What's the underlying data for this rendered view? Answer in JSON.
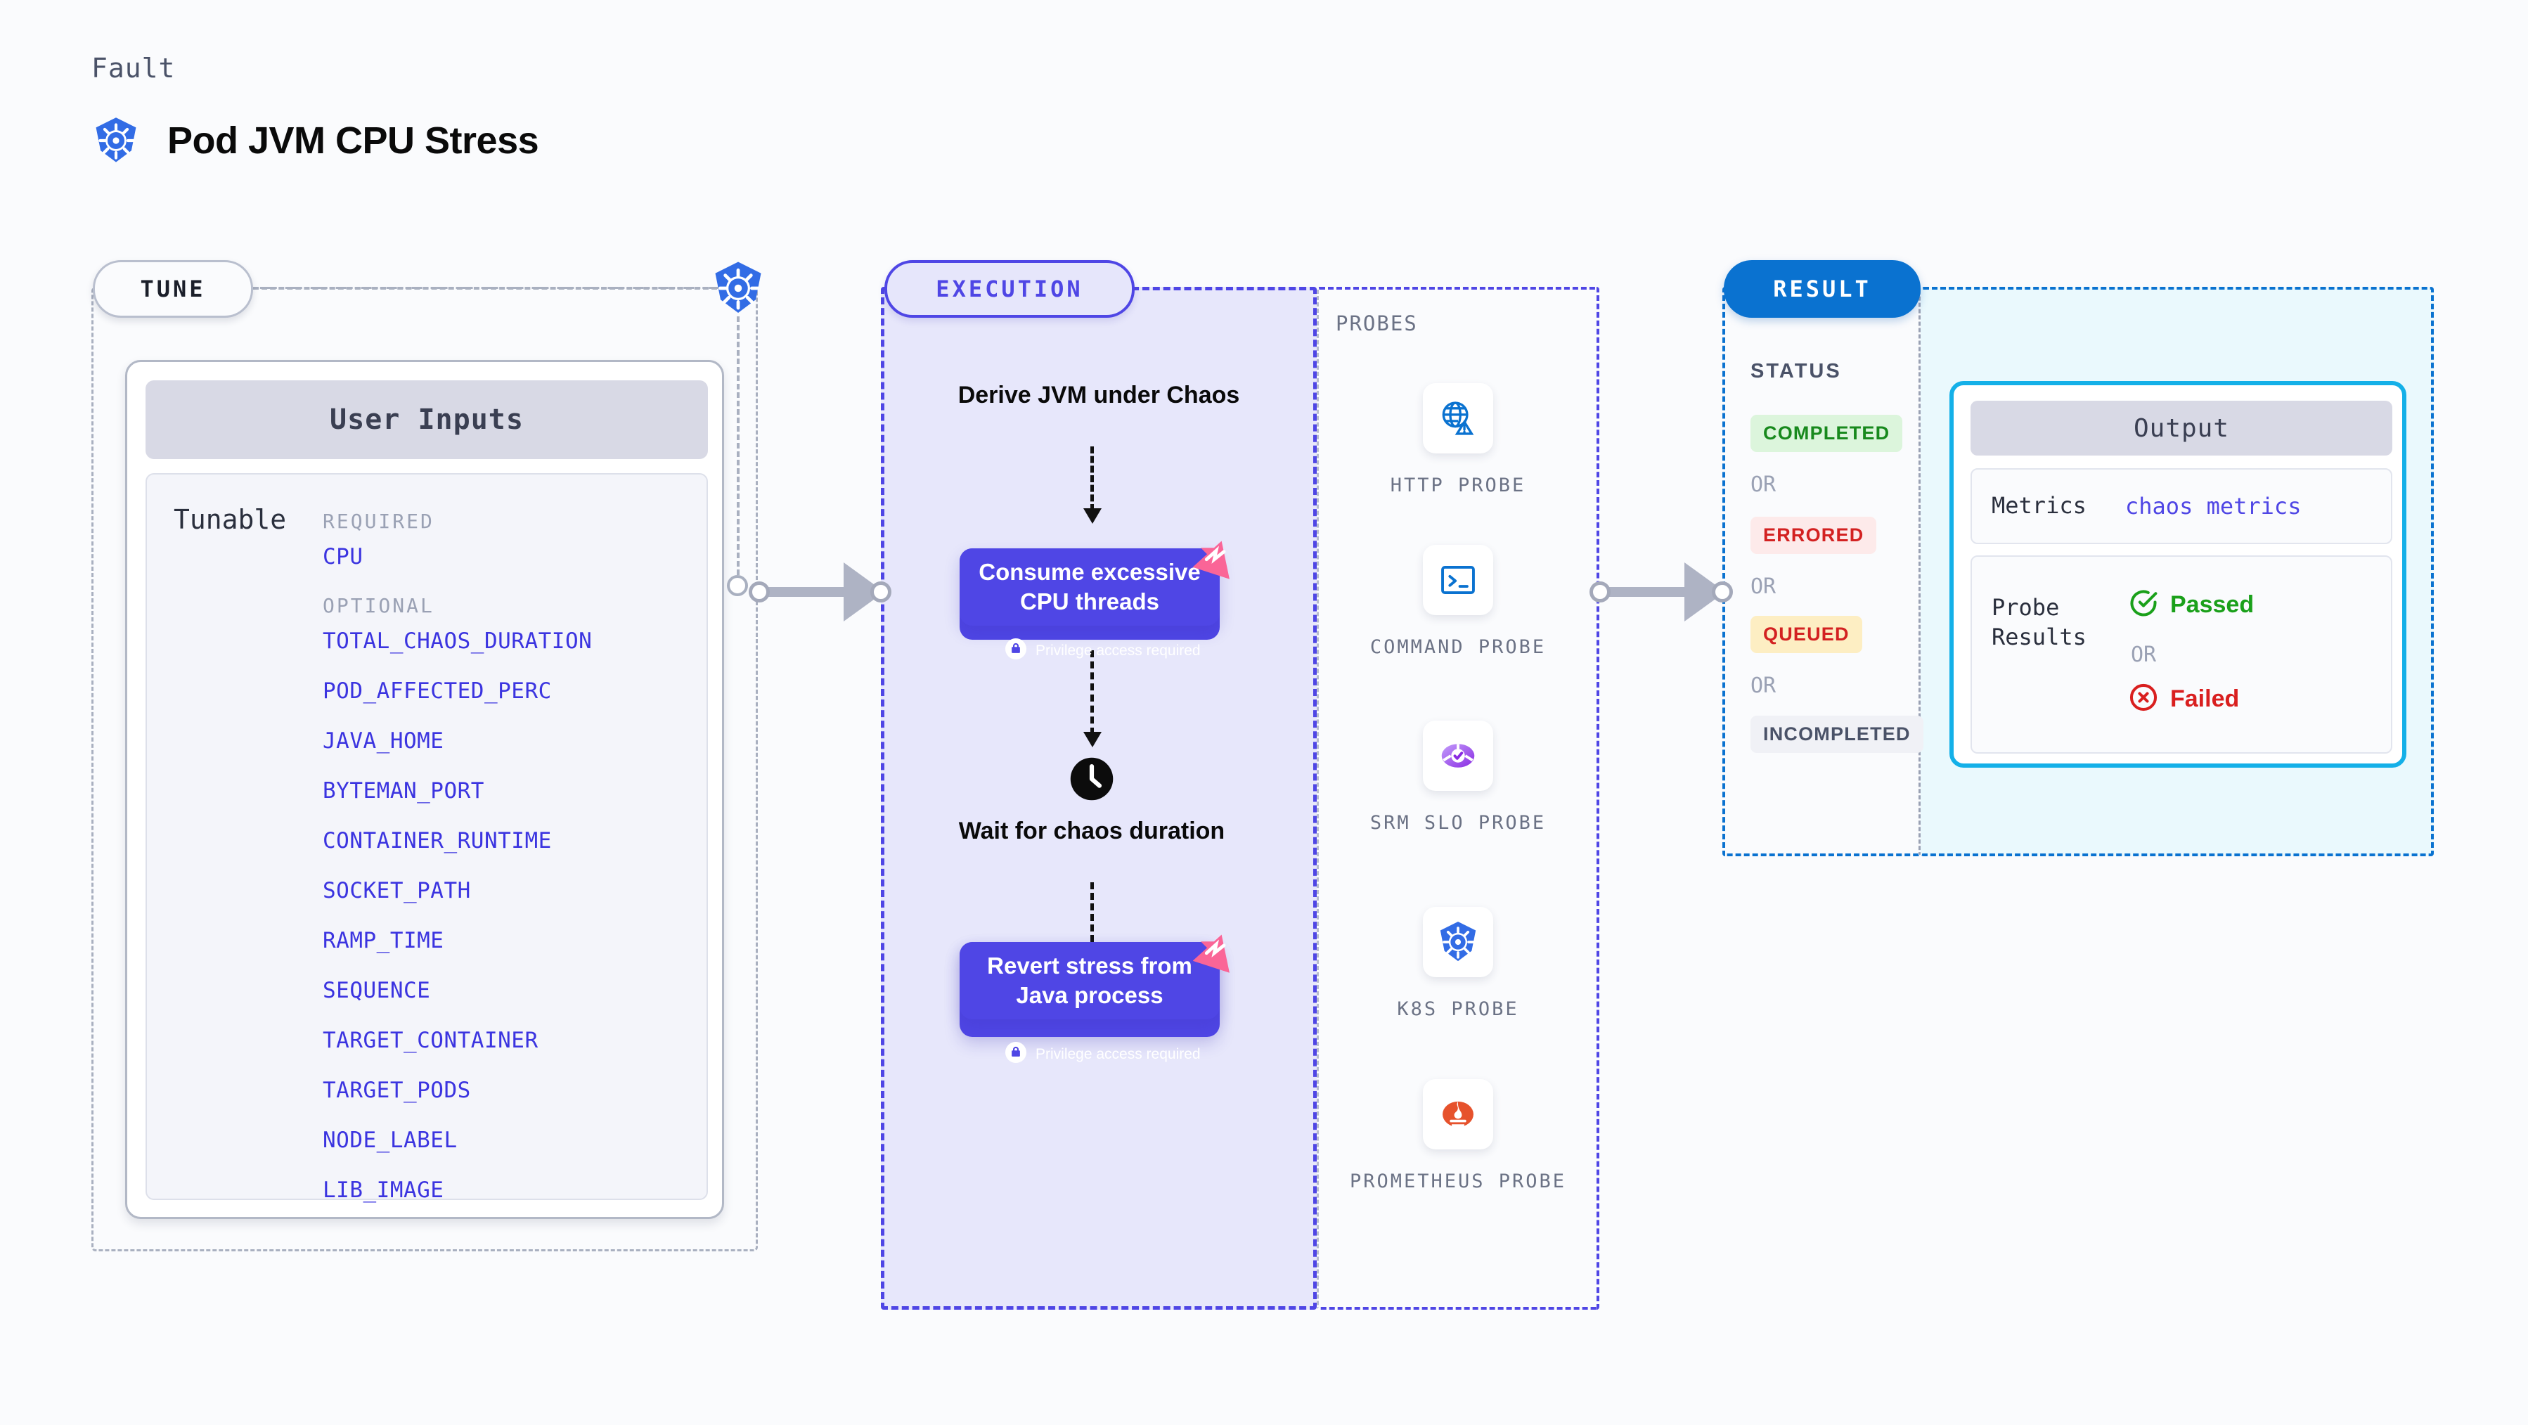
{
  "header": {
    "eyebrow": "Fault",
    "title": "Pod JVM CPU Stress",
    "icon": "kubernetes-icon"
  },
  "tune": {
    "pill_label": "TUNE",
    "badge_icon": "kubernetes-icon",
    "user_inputs_title": "User Inputs",
    "tunable_label": "Tunable",
    "groups": [
      {
        "label": "REQUIRED",
        "params": [
          "CPU"
        ]
      },
      {
        "label": "OPTIONAL",
        "params": [
          "TOTAL_CHAOS_DURATION",
          "POD_AFFECTED_PERC",
          "JAVA_HOME",
          "BYTEMAN_PORT",
          "CONTAINER_RUNTIME",
          "SOCKET_PATH",
          "RAMP_TIME",
          "SEQUENCE",
          "TARGET_CONTAINER",
          "TARGET_PODS",
          "NODE_LABEL",
          "LIB_IMAGE"
        ]
      }
    ]
  },
  "execution": {
    "pill_label": "EXECUTION",
    "steps": [
      {
        "kind": "text",
        "label": "Derive JVM under Chaos"
      },
      {
        "kind": "chaos",
        "label": "Consume excessive CPU threads",
        "note": "Privilege access required",
        "note_icon": "lock-icon",
        "badge_icon": "litmus-icon"
      },
      {
        "kind": "wait",
        "label": "Wait for chaos duration",
        "icon": "clock-icon"
      },
      {
        "kind": "chaos",
        "label": "Revert stress from Java process",
        "note": "Privilege access required",
        "note_icon": "lock-icon",
        "badge_icon": "litmus-icon"
      }
    ]
  },
  "probes": {
    "label": "PROBES",
    "items": [
      {
        "caption": "HTTP PROBE",
        "icon": "globe-warning-icon"
      },
      {
        "caption": "COMMAND PROBE",
        "icon": "terminal-icon"
      },
      {
        "caption": "SRM SLO PROBE",
        "icon": "srm-slo-icon"
      },
      {
        "caption": "K8S PROBE",
        "icon": "kubernetes-icon"
      },
      {
        "caption": "PROMETHEUS PROBE",
        "icon": "prometheus-icon"
      }
    ]
  },
  "result": {
    "pill_label": "RESULT",
    "status_label": "STATUS",
    "or_label": "OR",
    "statuses": [
      {
        "label": "COMPLETED",
        "bg": "#dcf5dc",
        "fg": "#18891d"
      },
      {
        "label": "ERRORED",
        "bg": "#fdeaea",
        "fg": "#d32121"
      },
      {
        "label": "QUEUED",
        "bg": "#fdeec3",
        "fg": "#d32121"
      },
      {
        "label": "INCOMPLETED",
        "bg": "#f0f1f6",
        "fg": "#4a5268"
      }
    ],
    "output": {
      "title": "Output",
      "metrics_label": "Metrics",
      "metrics_value": "chaos metrics",
      "probe_results_label": "Probe Results",
      "passed_label": "Passed",
      "failed_label": "Failed",
      "or_label": "OR",
      "passed_icon": "check-circle-icon",
      "failed_icon": "x-circle-icon"
    }
  },
  "colors": {
    "accent_indigo": "#4f46e5",
    "accent_blue": "#0a72d0",
    "accent_cyan": "#14b0e8",
    "k8s_blue": "#326ce5",
    "litmus_pink": "#fa6597",
    "passed_green": "#1aa01a",
    "failed_red": "#d91f1f"
  }
}
